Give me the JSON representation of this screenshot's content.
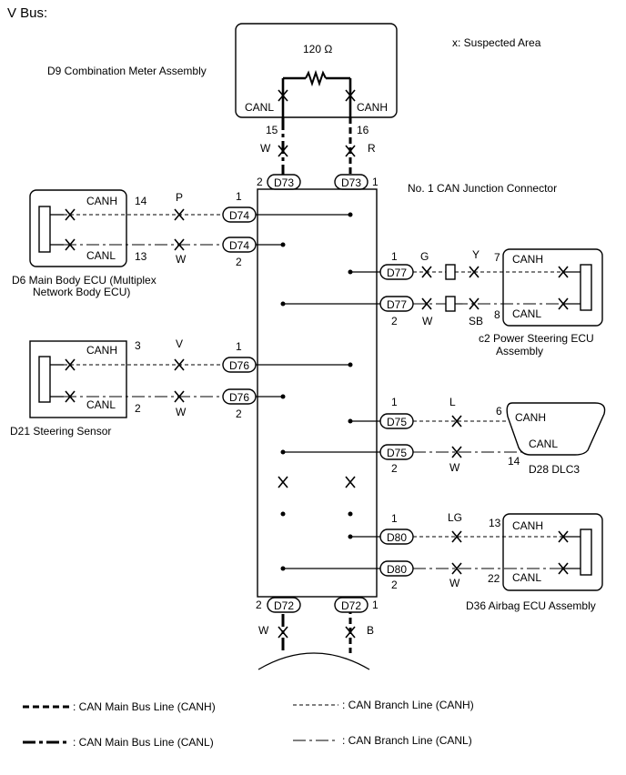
{
  "title": "V Bus:",
  "suspected_note": "x: Suspected Area",
  "meter": {
    "name": "D9 Combination Meter Assembly",
    "resistor": "120 Ω",
    "canl": "CANL",
    "canh": "CANH",
    "pin_l": "15",
    "pin_h": "16",
    "color_l": "W",
    "color_h": "R"
  },
  "junction": {
    "name": "No. 1 CAN Junction Connector",
    "top_conn": "D73",
    "top_pin_l": "2",
    "top_pin_h": "1",
    "bottom_conn": "D72",
    "bottom_pin_l": "2",
    "bottom_pin_h": "1",
    "bottom_color_l": "W",
    "bottom_color_h": "B"
  },
  "d6": {
    "name_line1": "D6 Main Body ECU (Multiplex",
    "name_line2": "Network Body ECU)",
    "canh": "CANH",
    "canl": "CANL",
    "pin_h": "14",
    "pin_l": "13",
    "color_h": "P",
    "color_l": "W",
    "conn": "D74",
    "conn_pin_h": "1",
    "conn_pin_l": "2"
  },
  "d21": {
    "name": "D21 Steering Sensor",
    "canh": "CANH",
    "canl": "CANL",
    "pin_h": "3",
    "pin_l": "2",
    "color_h": "V",
    "color_l": "W",
    "conn": "D76",
    "conn_pin_h": "1",
    "conn_pin_l": "2"
  },
  "c2": {
    "name_line1": "c2 Power Steering ECU",
    "name_line2": "Assembly",
    "canh": "CANH",
    "canl": "CANL",
    "pin_h": "7",
    "pin_l": "8",
    "color_h_in": "G",
    "color_h_out": "Y",
    "color_l_in": "W",
    "color_l_out": "SB",
    "conn": "D77",
    "conn_pin_h": "1",
    "conn_pin_l": "2"
  },
  "dlc3": {
    "name": "D28 DLC3",
    "canh": "CANH",
    "canl": "CANL",
    "pin_h": "6",
    "pin_l": "14",
    "color_h": "L",
    "color_l": "W",
    "conn": "D75",
    "conn_pin_h": "1",
    "conn_pin_l": "2"
  },
  "d36": {
    "name": "D36 Airbag ECU Assembly",
    "canh": "CANH",
    "canl": "CANL",
    "pin_h": "13",
    "pin_l": "22",
    "color_h": "LG",
    "color_l": "W",
    "conn": "D80",
    "conn_pin_h": "1",
    "conn_pin_l": "2"
  },
  "legend": {
    "main_canh": ": CAN Main Bus Line (CANH)",
    "main_canl": ": CAN Main Bus Line (CANL)",
    "branch_canh": ": CAN Branch Line (CANH)",
    "branch_canl": ": CAN Branch Line (CANL)"
  }
}
